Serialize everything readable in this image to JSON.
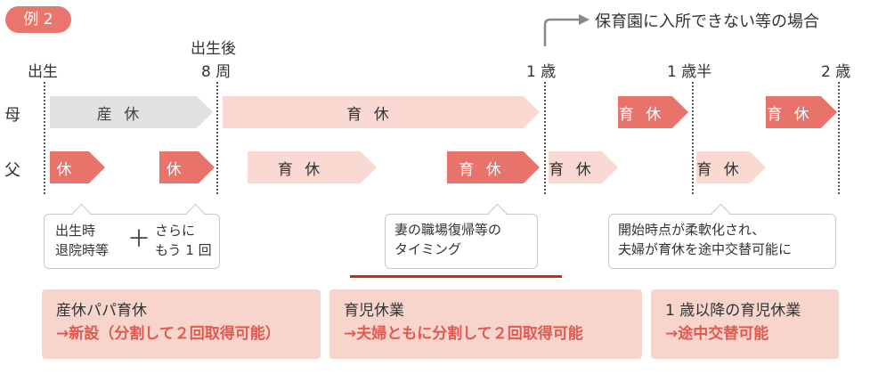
{
  "badge": "例 2",
  "header": {
    "note": "保育園に入所できない等の場合",
    "timeline": [
      "出生",
      "出生後",
      "8 周",
      "1 歳",
      "1 歳半",
      "2 歳"
    ]
  },
  "rows": {
    "mother": "母",
    "father": "父"
  },
  "arrows": {
    "mother_maternity": "産 休",
    "mother_leave_1": "育 休",
    "mother_leave_2": "育 休",
    "mother_leave_3": "育 休",
    "father_short_1": "休",
    "father_short_2": "休",
    "father_leave_1": "育 休",
    "father_leave_2": "育 休",
    "father_leave_3": "育 休",
    "father_leave_4": "育 休"
  },
  "callouts": {
    "c1_left": [
      "出生時",
      "退院時等"
    ],
    "c1_plus": "＋",
    "c1_right": [
      "さらに",
      "もう 1 回"
    ],
    "c2": [
      "妻の職場復帰等の",
      "タイミング"
    ],
    "c3": [
      "開始時点が柔軟化され、",
      "夫婦が育休を途中交替可能に"
    ]
  },
  "boxes": [
    {
      "line1": "産休パパ育休",
      "line2": "→新設（分割して２回取得可能）"
    },
    {
      "line1": "育児休業",
      "line2": "→夫婦ともに分割して２回取得可能"
    },
    {
      "line1": "1 歳以降の育児休業",
      "line2": "→途中交替可能"
    }
  ],
  "colors": {
    "accent": "#e8736a",
    "pale": "#f9d9d2",
    "gray": "#e1e1e1",
    "highlight_line": "#d9261c"
  }
}
